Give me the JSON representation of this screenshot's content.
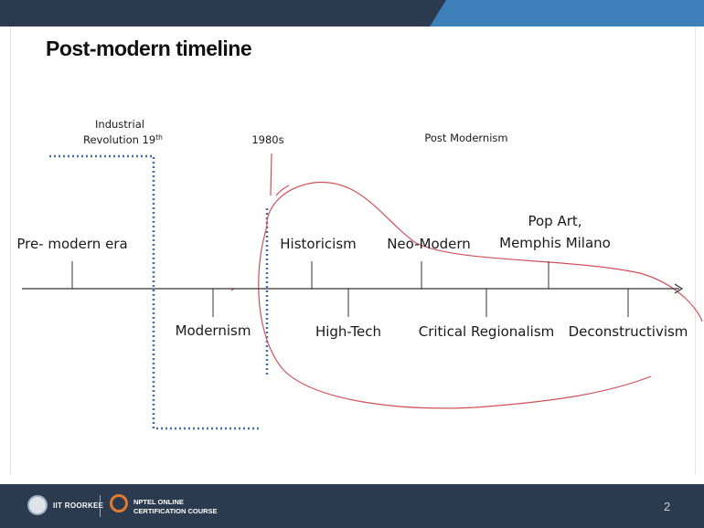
{
  "title": "Post-modern timeline",
  "labels": {
    "industrial_line1": "Industrial",
    "industrial_line2": "Revolution 19",
    "industrial_sup": "th",
    "y1980s": "1980s",
    "post_modernism": "Post Modernism",
    "pre_modern": "Pre- modern era",
    "modernism": "Modernism",
    "historicism": "Historicism",
    "high_tech": "High-Tech",
    "neo_modern": "Neo-Modern",
    "critical_regionalism": "Critical Regionalism",
    "pop_art_line1": "Pop Art,",
    "pop_art_line2": "Memphis Milano",
    "deconstructivism": "Deconstructivism"
  },
  "footer": {
    "institute": "IIT ROORKEE",
    "course_line1": "NPTEL ONLINE",
    "course_line2": "CERTIFICATION COURSE",
    "page_number": "2"
  },
  "colors": {
    "header_bar": "#2b3a4e",
    "header_accent": "#3d7fb8",
    "dotted_outline": "#3f6fb0",
    "annotation_ink": "#d0505a",
    "axis": "#333333"
  }
}
